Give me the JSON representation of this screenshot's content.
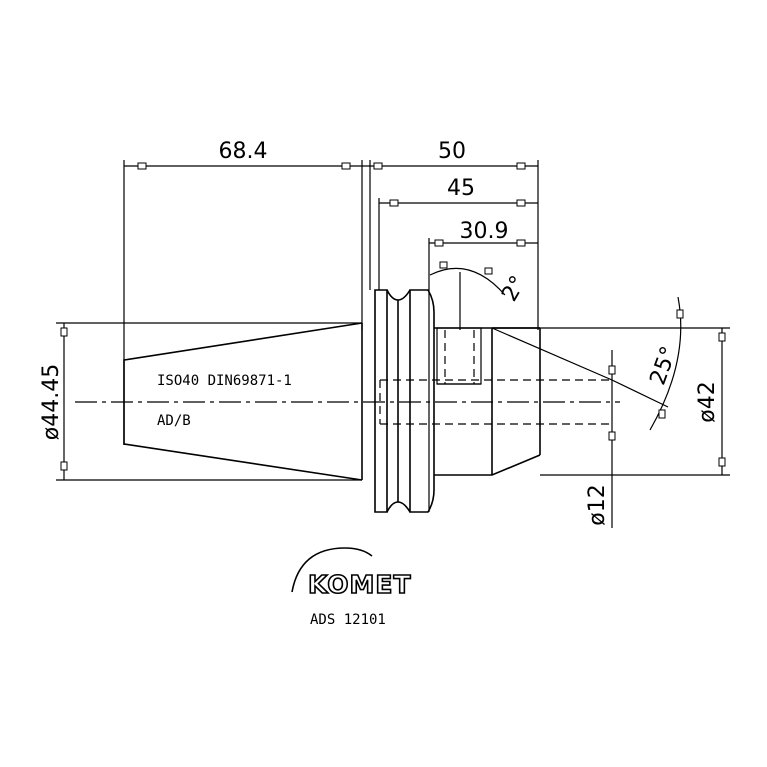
{
  "dimensions": {
    "d_68_4": "68.4",
    "d_50": "50",
    "d_45": "45",
    "d_30_9": "30.9",
    "angle_2": "2°",
    "angle_25": "25°",
    "dia_44_45": "ø44.45",
    "dia_42": "ø42",
    "dia_12": "ø12"
  },
  "labels": {
    "spec": "ISO40 DIN69871-1",
    "form": "AD/B"
  },
  "brand": {
    "name": "KOMET",
    "code": "ADS 12101"
  }
}
